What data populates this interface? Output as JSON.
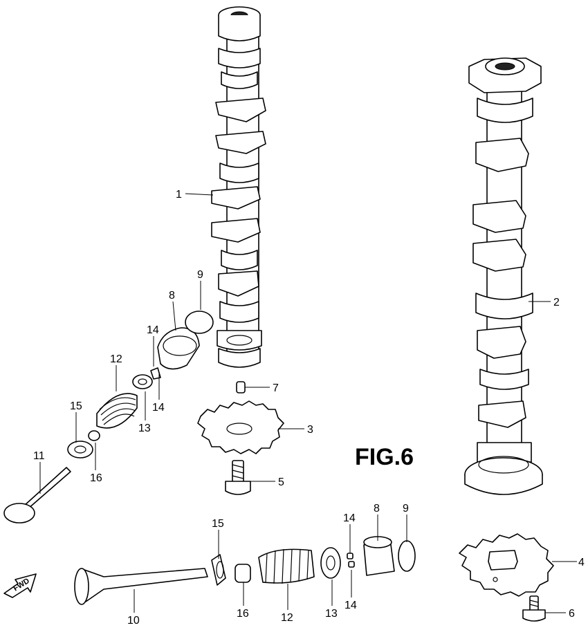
{
  "figure": {
    "title": "FIG.6"
  },
  "fwd_arrow": {
    "label": "FWD"
  },
  "callouts": {
    "c1": "1",
    "c2": "2",
    "c3": "3",
    "c4": "4",
    "c5": "5",
    "c6": "6",
    "c7": "7",
    "c8a": "8",
    "c9a": "9",
    "c14a": "14",
    "c14b": "14",
    "c12a": "12",
    "c13a": "13",
    "c15a": "15",
    "c11": "11",
    "c16a": "16",
    "c15b": "15",
    "c14c": "14",
    "c8b": "8",
    "c9b": "9",
    "c14d": "14",
    "c10": "10",
    "c16b": "16",
    "c12b": "12",
    "c13b": "13"
  }
}
